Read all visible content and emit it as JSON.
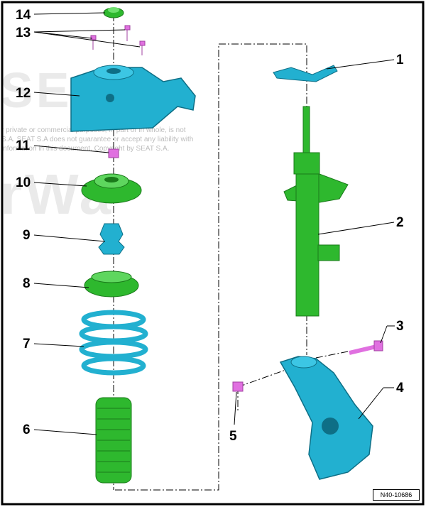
{
  "diagram": {
    "reference_code": "N40-10686",
    "watermark": {
      "big_text_1": "SEAT",
      "big_text_2": "rWa",
      "line_1": "r private or commercial purposes, in part or in whole, is not",
      "line_2": "S.A. SEAT S.A does not guarantee or accept any liability with",
      "line_3": "information in this document. Copyright by SEAT S.A."
    },
    "callouts": [
      "1",
      "2",
      "3",
      "4",
      "5",
      "6",
      "7",
      "8",
      "9",
      "10",
      "11",
      "12",
      "13",
      "14"
    ],
    "colors": {
      "mount_blue": "#22b0d0",
      "strut_green": "#2eb82e",
      "hardware_magenta": "#e070e0",
      "line_black": "#000000"
    }
  }
}
